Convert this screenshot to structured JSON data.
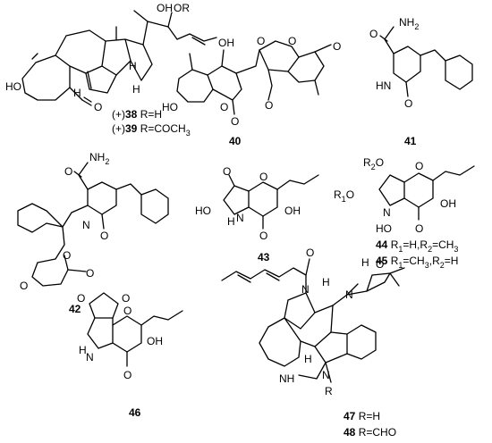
{
  "compounds": {
    "c38_39": {
      "line1_prefix": "(+)",
      "line1_num": "38",
      "line1_suffix": " R=H",
      "line2_prefix": "(+)",
      "line2_num": "39",
      "line2_suffix": " R=COCH",
      "line2_sub": "3",
      "atoms": {
        "oh": "OH",
        "or": "OR",
        "ho": "HO",
        "o": "O",
        "h1": "H",
        "h2": "H",
        "h3": "H"
      }
    },
    "c40": {
      "num": "40",
      "atoms": {
        "o1": "O",
        "o2": "O",
        "oh": "OH",
        "ho": "HO",
        "o3": "O",
        "o4": "O",
        "o5": "O",
        "o6": "O"
      }
    },
    "c41": {
      "num": "41",
      "atoms": {
        "nh2": "NH",
        "nh2_sub": "2",
        "o1": "O",
        "hn": "HN",
        "o2": "O"
      }
    },
    "c42": {
      "num": "42",
      "atoms": {
        "nh2": "NH",
        "nh2_sub": "2",
        "o1": "O",
        "n": "N",
        "o2": "O",
        "o3": "O",
        "o4": "O",
        "o5": "O"
      }
    },
    "c43": {
      "num": "43",
      "atoms": {
        "o1": "O",
        "o2": "O",
        "ho": "HO",
        "hn": "H",
        "n": "N",
        "oh": "OH",
        "o3": "O"
      }
    },
    "c44_45": {
      "line1_num": "44",
      "line1_text": " R",
      "line1_sub1": "1",
      "line1_mid": "=H,R",
      "line1_sub2": "2",
      "line1_end": "=CH",
      "line1_sub3": "3",
      "line2_num": "45",
      "line2_text": " R",
      "line2_sub1": "1",
      "line2_mid": "=CH",
      "line2_sub2": "3",
      "line2_mid2": ",R",
      "line2_sub3": "2",
      "line2_end": "=H",
      "atoms": {
        "r2o": "R",
        "r2o_sub": "2",
        "r2o_o": "O",
        "r1o": "R",
        "r1o_sub": "1",
        "r1o_o": "O",
        "o1": "O",
        "n": "N",
        "ho": "HO",
        "oh": "OH",
        "o2": "O"
      }
    },
    "c46": {
      "num": "46",
      "atoms": {
        "o1": "O",
        "o2": "O",
        "o3": "O",
        "h": "H",
        "n": "N",
        "oh": "OH",
        "o4": "O"
      }
    },
    "c47_48": {
      "line1_num": "47",
      "line1_text": " R=H",
      "line2_num": "48",
      "line2_text": " R=CHO",
      "atoms": {
        "o1": "O",
        "n1": "N",
        "h1": "H",
        "n2": "N",
        "o2": "O",
        "nh": "NH",
        "h2": "H",
        "n3": "N",
        "r": "R",
        "h3": "H"
      }
    }
  }
}
